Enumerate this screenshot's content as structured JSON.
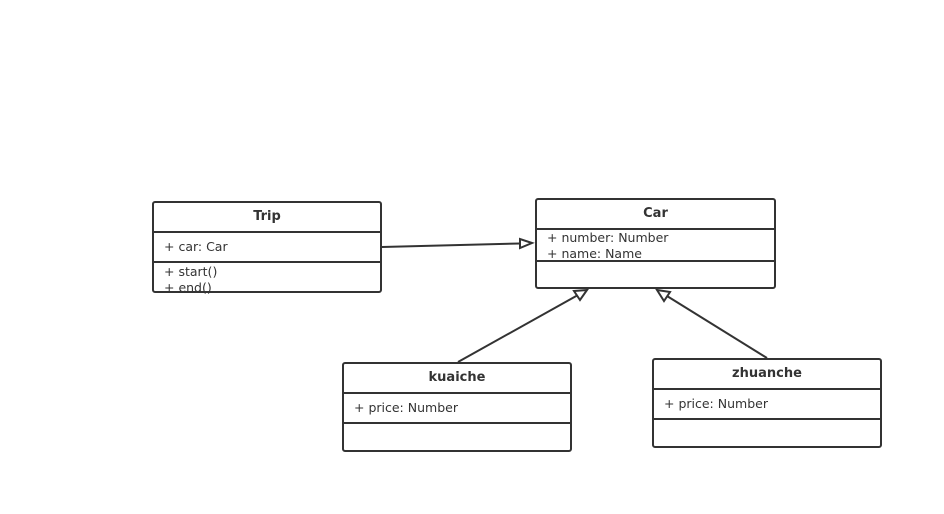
{
  "classes": {
    "trip": {
      "name": "Trip",
      "attributes": [
        "+ car: Car"
      ],
      "methods": [
        "+ start()",
        "+ end()"
      ]
    },
    "car": {
      "name": "Car",
      "attributes": [
        "+ number: Number",
        "+ name: Name"
      ],
      "methods": []
    },
    "kuaiche": {
      "name": "kuaiche",
      "attributes": [
        "+ price: Number"
      ],
      "methods": []
    },
    "zhuanche": {
      "name": "zhuanche",
      "attributes": [
        "+ price: Number"
      ],
      "methods": []
    }
  },
  "relations": [
    {
      "from": "trip",
      "to": "car",
      "type": "association"
    },
    {
      "from": "kuaiche",
      "to": "car",
      "type": "generalization"
    },
    {
      "from": "zhuanche",
      "to": "car",
      "type": "generalization"
    }
  ],
  "colors": {
    "stroke": "#333333",
    "background": "#ffffff",
    "text": "#333333"
  }
}
